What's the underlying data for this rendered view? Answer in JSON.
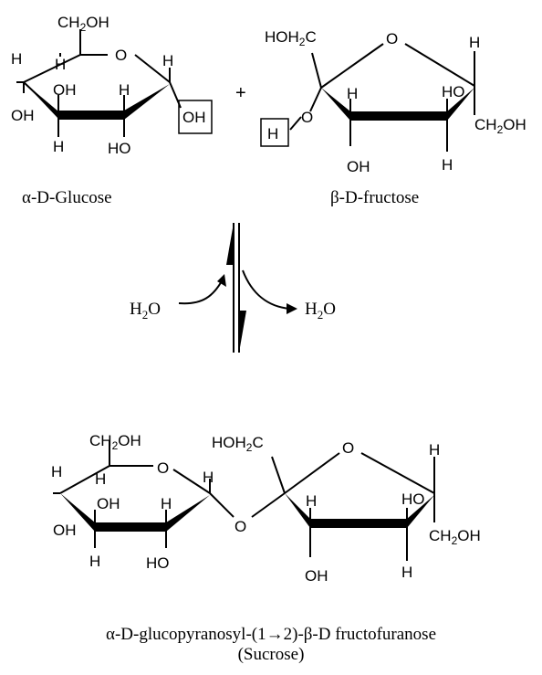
{
  "reactants": {
    "glucose": {
      "name": "α-D-Glucose",
      "ch2oh": "CH2OH",
      "ring_o": "O",
      "h": "H",
      "oh": "OH",
      "ho": "HO",
      "boxed_oh": "OH"
    },
    "plus": "+",
    "fructose": {
      "name": "β-D-fructose",
      "hoh2c": "HOH2C",
      "ring_o": "O",
      "h": "H",
      "o": "O",
      "boxed_h": "H",
      "oh": "OH",
      "ho": "HO",
      "ch2oh": "CH2OH"
    }
  },
  "equilibrium": {
    "water_in": "H2O",
    "water_out": "H2O"
  },
  "product": {
    "glucose_part": {
      "ch2oh": "CH2OH",
      "ring_o": "O",
      "h": "H",
      "oh": "OH",
      "ho": "HO"
    },
    "bridge_o": "O",
    "fructose_part": {
      "hoh2c": "HOH2C",
      "ring_o": "O",
      "h": "H",
      "oh": "OH",
      "ho": "HO",
      "ch2oh": "CH2OH"
    },
    "name_line1": "α-D-glucopyranosyl-(1→2)-β-D fructofuranose",
    "name_line2": "(Sucrose)"
  }
}
